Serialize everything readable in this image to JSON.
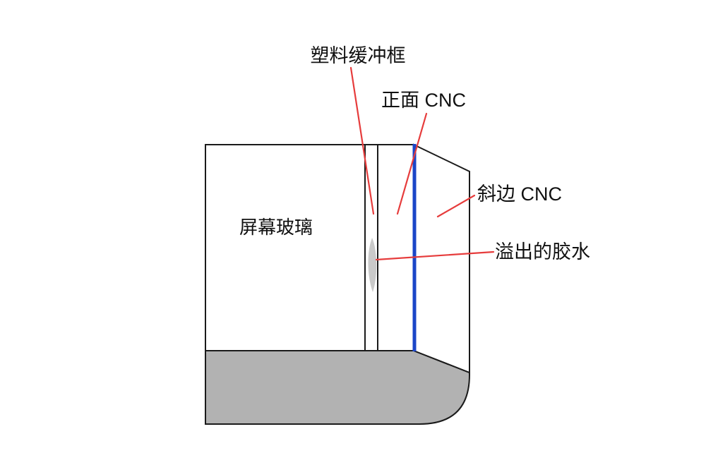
{
  "diagram": {
    "kind": "annotated cross-section diagram of device edge",
    "labels": {
      "buffer_frame": "塑料缓冲框",
      "front_cnc": "正面 CNC",
      "bevel_cnc": "斜边 CNC",
      "glue": "溢出的胶水",
      "screen_glass": "屏幕玻璃"
    },
    "colors": {
      "annotation_line": "#e63c3c",
      "front_cnc_line": "#1b46c8",
      "body_fill": "#b2b2b2",
      "glue_fill": "#c9c9c9",
      "outline": "#1a1a1a",
      "background": "#ffffff"
    }
  }
}
